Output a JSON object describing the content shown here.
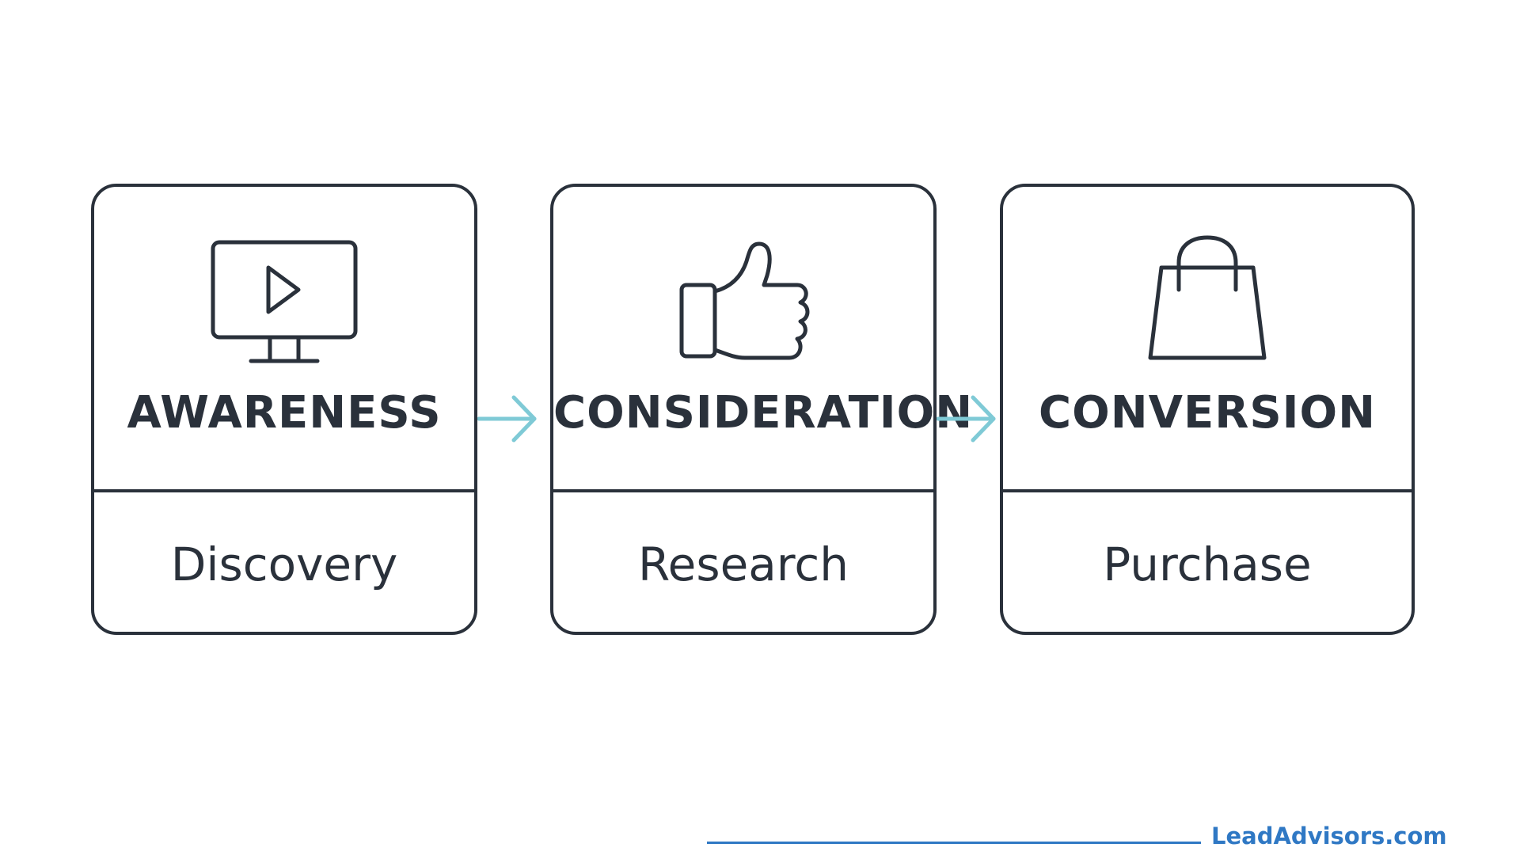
{
  "stages": [
    {
      "title": "AWARENESS",
      "subtitle": "Discovery",
      "icon": "monitor-play-icon"
    },
    {
      "title": "CONSIDERATION",
      "subtitle": "Research",
      "icon": "thumbs-up-icon"
    },
    {
      "title": "CONVERSION",
      "subtitle": "Purchase",
      "icon": "shopping-bag-icon"
    }
  ],
  "footer": {
    "brand": "LeadAdvisors.com"
  },
  "colors": {
    "ink": "#2a313b",
    "arrow": "#7fcad6",
    "brand": "#2f78c4"
  }
}
